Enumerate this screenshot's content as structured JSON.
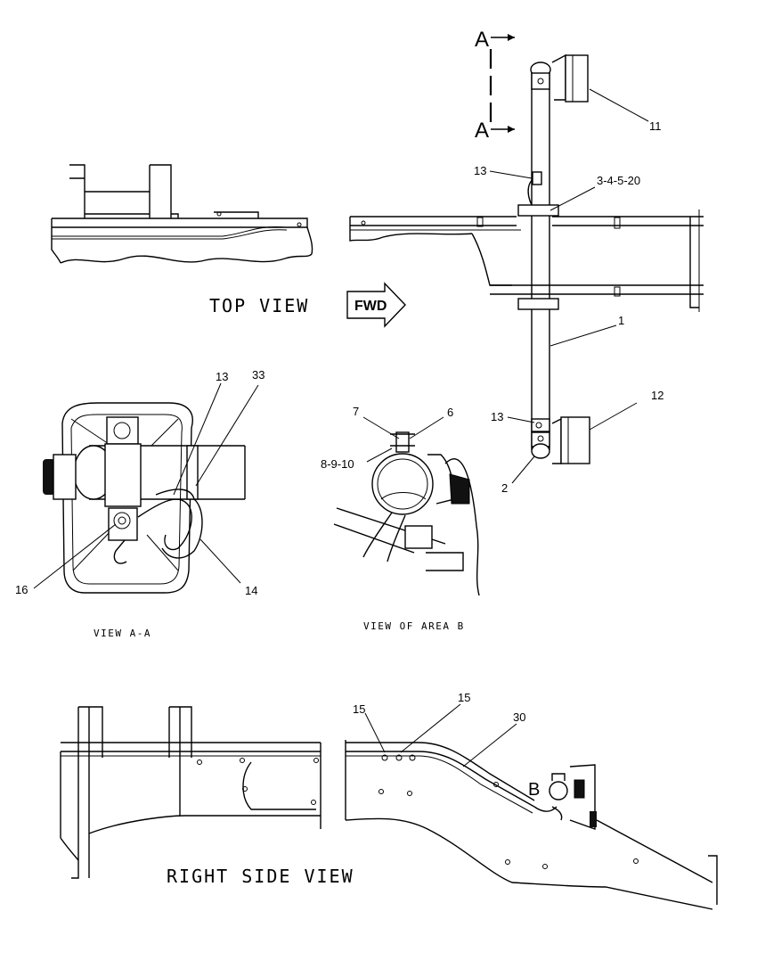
{
  "views": {
    "top_view": "TOP VIEW",
    "view_aa": "VIEW A-A",
    "view_area_b": "VIEW OF AREA B",
    "right_side_view": "RIGHT SIDE VIEW"
  },
  "fwd_arrow": "FWD",
  "section_markers": {
    "a_top": "A",
    "a_bottom": "A",
    "b": "B"
  },
  "callouts": {
    "c11": "11",
    "c13_top": "13",
    "c3_4_5_20": "3-4-5-20",
    "c1": "1",
    "c12": "12",
    "c13_bottom": "13",
    "c2": "2",
    "c13_aa": "13",
    "c33": "33",
    "c16": "16",
    "c14": "14",
    "c7": "7",
    "c6": "6",
    "c8_9_10": "8-9-10",
    "c15_left": "15",
    "c15_right": "15",
    "c30": "30"
  }
}
